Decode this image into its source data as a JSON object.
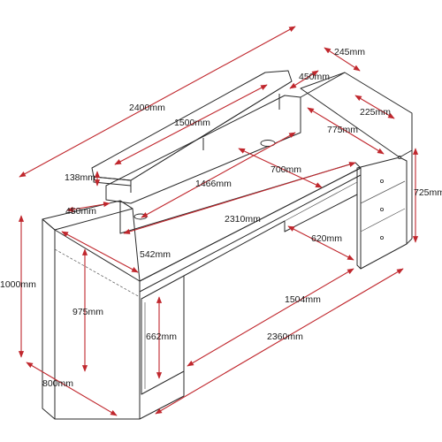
{
  "diagram": {
    "dimensions": {
      "overall_length": "2400mm",
      "top_shelf_depth": "245mm",
      "shelf_inner_depth": "450mm",
      "shelf_length": "1500mm",
      "shelf_offset": "225mm",
      "hutch_depth": "775mm",
      "shelf_height": "138mm",
      "opening_width": "700mm",
      "upper_length": "1466mm",
      "pedestal_height": "725mm",
      "return_depth": "450mm",
      "desk_length": "2310mm",
      "knee_depth": "620mm",
      "side_depth": "542mm",
      "total_height": "1000mm",
      "counter_height": "975mm",
      "panel_length": "1504mm",
      "door_height": "662mm",
      "base_length": "2360mm",
      "base_depth": "800mm"
    },
    "colors": {
      "outline": "#2a2a2a",
      "dimension_arrow": "#c0272d"
    }
  }
}
